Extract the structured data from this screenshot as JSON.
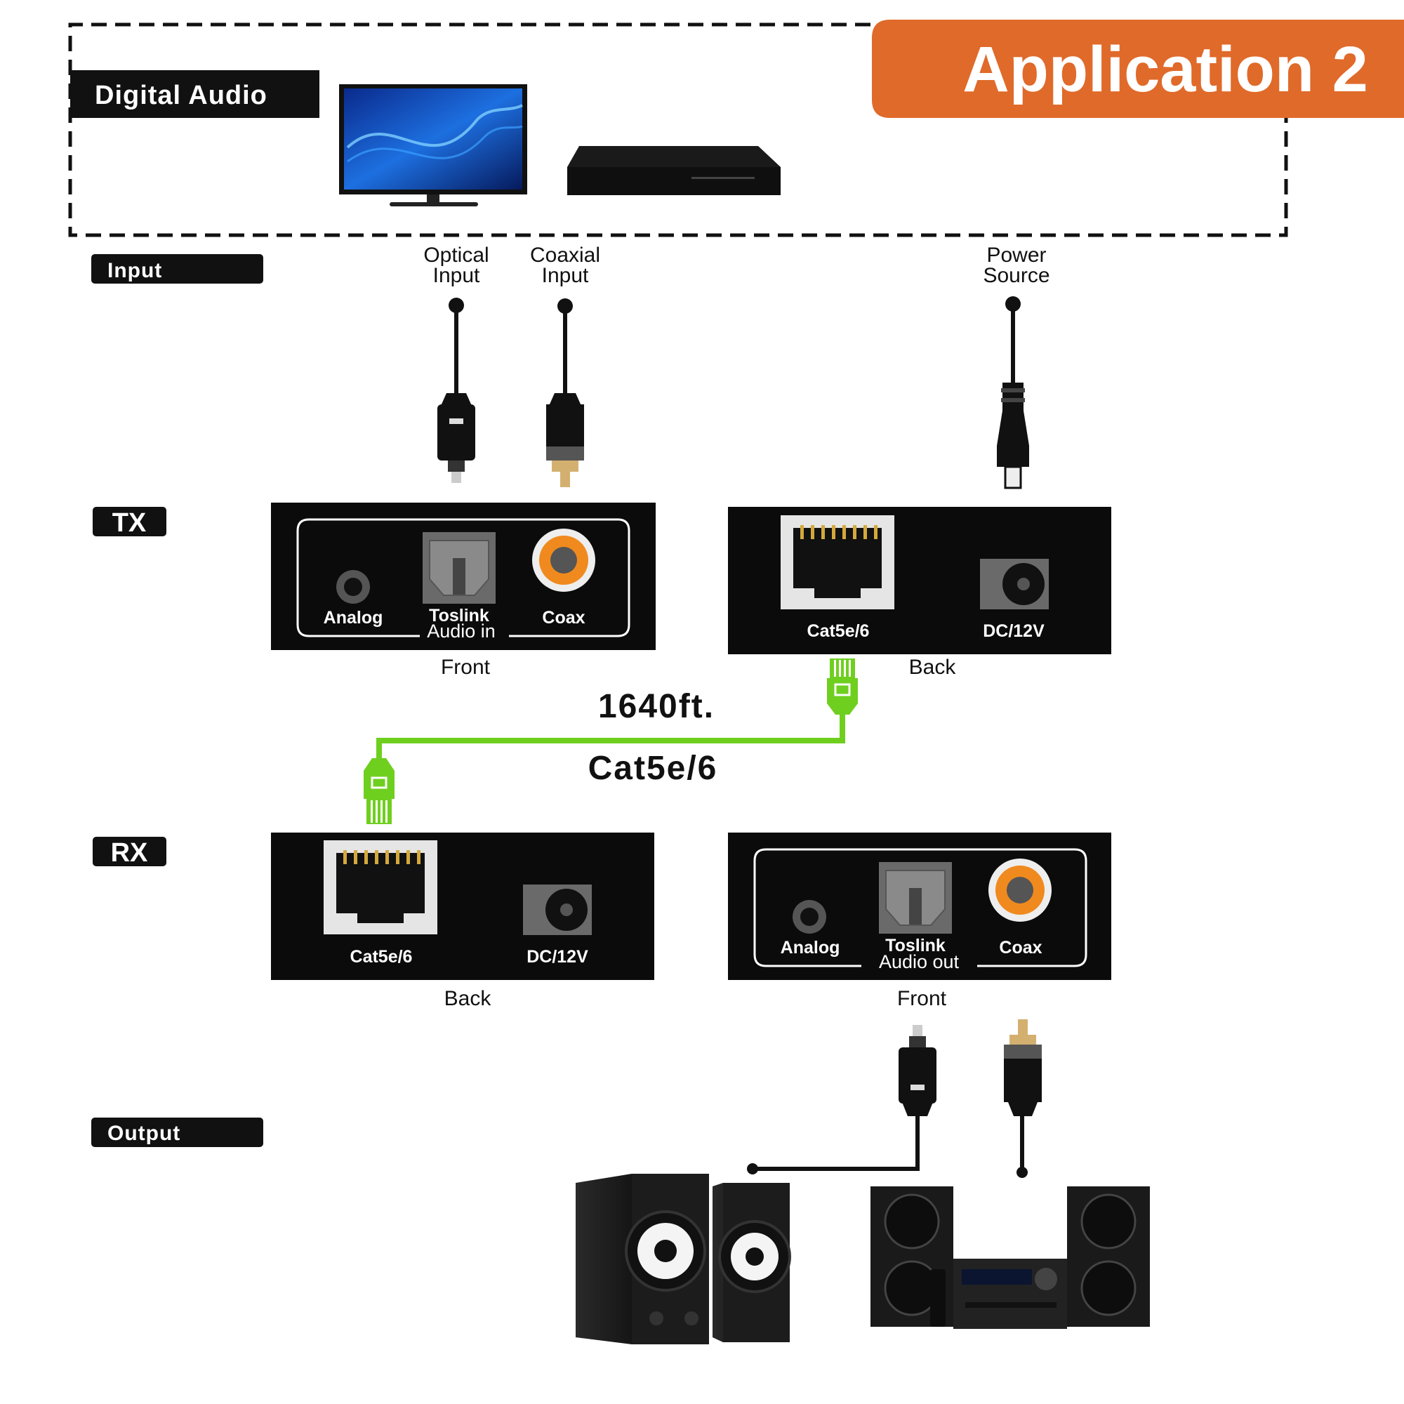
{
  "banner": {
    "title": "Application 2"
  },
  "tags": {
    "digital_audio": "Digital Audio",
    "input": "Input",
    "tx": "TX",
    "rx": "RX",
    "output": "Output"
  },
  "cable_labels": {
    "optical": [
      "Optical",
      "Input"
    ],
    "coaxial": [
      "Coaxial",
      "Input"
    ],
    "power": [
      "Power",
      "Source"
    ]
  },
  "tx_front": {
    "analog": "Analog",
    "toslink": "Toslink",
    "audio": "Audio in",
    "coax": "Coax",
    "caption": "Front"
  },
  "tx_back": {
    "rj45": "Cat5e/6",
    "dc": "DC/12V",
    "caption": "Back"
  },
  "link": {
    "distance": "1640ft.",
    "cable": "Cat5e/6"
  },
  "rx_back": {
    "rj45": "Cat5e/6",
    "dc": "DC/12V",
    "caption": "Back"
  },
  "rx_front": {
    "analog": "Analog",
    "toslink": "Toslink",
    "audio": "Audio out",
    "coax": "Coax",
    "caption": "Front"
  },
  "colors": {
    "banner": "#e06a2a",
    "tag": "#111111",
    "box": "#0b0b0b",
    "cable": "#6fcf1f",
    "coax_ring": "#f08a1e"
  }
}
